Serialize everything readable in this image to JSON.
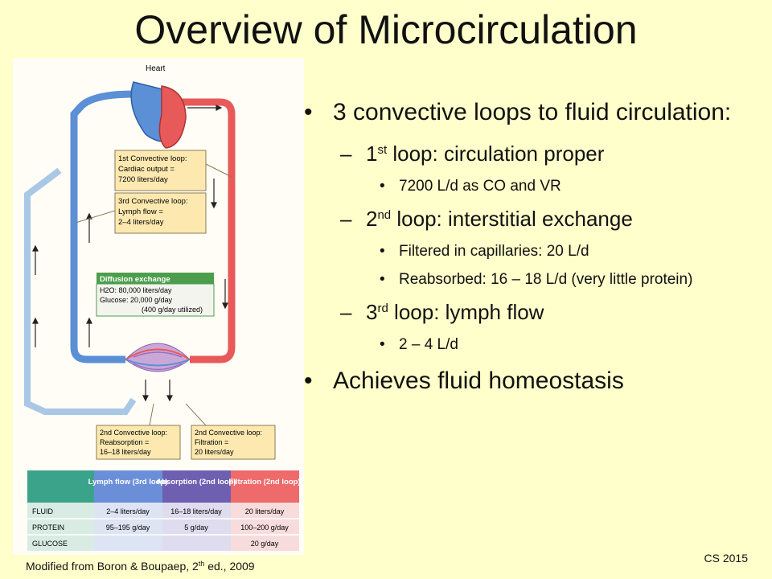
{
  "slide": {
    "title": "Overview of Microcirculation",
    "credit_prefix": "Modified from Boron & Boupaep, 2",
    "credit_sup": "th",
    "credit_suffix": " ed., 2009",
    "course_tag": "CS 2015"
  },
  "bullets": {
    "b1": "3 convective loops to fluid circulation:",
    "loop1_prefix": "1",
    "loop1_sup": "st",
    "loop1_text": " loop: circulation proper",
    "loop1_detail": "7200 L/d as CO and VR",
    "loop2_prefix": "2",
    "loop2_sup": "nd",
    "loop2_text": " loop: interstitial exchange",
    "loop2_detail1": "Filtered in capillaries: 20 L/d",
    "loop2_detail2": "Reabsorbed: 16 – 18 L/d (very little protein)",
    "loop3_prefix": "3",
    "loop3_sup": "rd",
    "loop3_text": " loop: lymph flow",
    "loop3_detail": "2 – 4 L/d",
    "b2": "Achieves fluid homeostasis"
  },
  "figure": {
    "heart_label": "Heart",
    "box1": [
      "1st Convective loop:",
      "Cardiac output =",
      "7200 liters/day"
    ],
    "box3": [
      "3rd Convective loop:",
      "Lymph flow =",
      "2–4 liters/day"
    ],
    "diffusion": [
      "Diffusion exchange",
      "H2O: 80,000 liters/day",
      "Glucose: 20,000 g/day",
      "(400 g/day utilized)"
    ],
    "box2a": [
      "2nd Convective loop:",
      "Reabsorption =",
      "16–18 liters/day"
    ],
    "box2b": [
      "2nd Convective loop:",
      "Filtration =",
      "20 liters/day"
    ],
    "table": {
      "headers": [
        "",
        "Lymph flow (3rd loop)",
        "Absorption (2nd loop)",
        "Filtration (2nd loop)"
      ],
      "rows": [
        [
          "FLUID",
          "2–4 liters/day",
          "16–18 liters/day",
          "20 liters/day"
        ],
        [
          "PROTEIN",
          "95–195 g/day",
          "5 g/day",
          "100–200 g/day"
        ],
        [
          "GLUCOSE",
          "",
          "",
          "20 g/day"
        ]
      ]
    },
    "colors": {
      "venous_blue": "#5b8fd6",
      "arterial_red": "#e8595a",
      "lymph_blue": "#a8c8e6",
      "callout_box": "#fde9b0",
      "diffusion_header": "#4c9e4c",
      "table_teal": "#3aa38a",
      "table_lymph": "#6a8fd8",
      "table_absorb": "#6f5fb0",
      "table_filtr": "#ef6a6a"
    }
  }
}
